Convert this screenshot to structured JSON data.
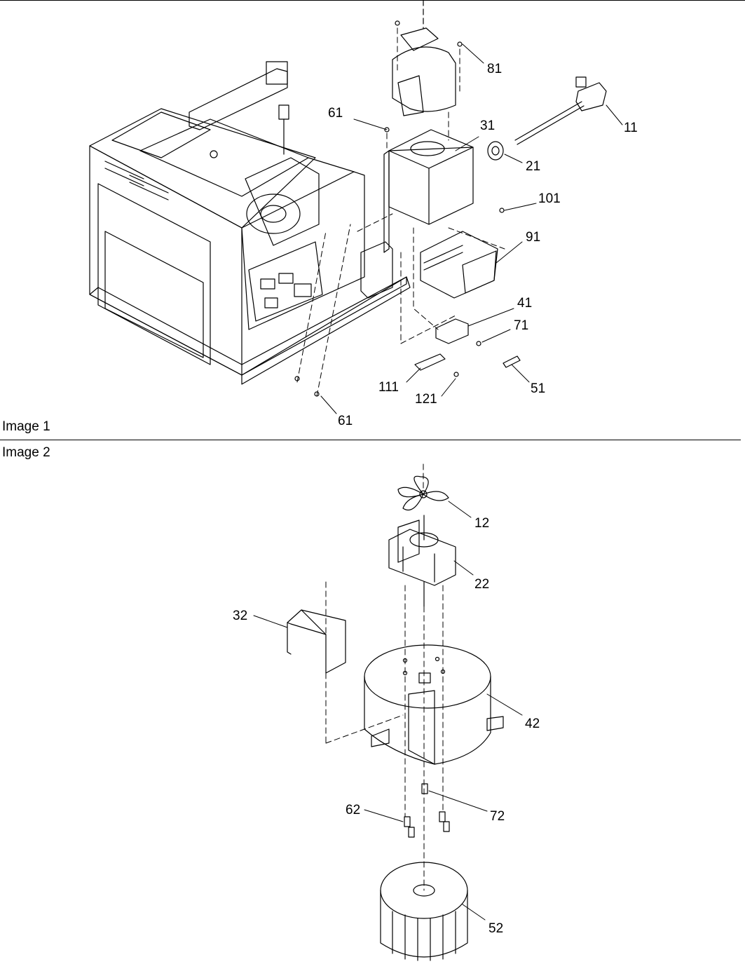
{
  "sections": [
    {
      "label": "Image 1"
    },
    {
      "label": "Image 2"
    }
  ],
  "callouts": {
    "c11": "11",
    "c21": "21",
    "c31": "31",
    "c41": "41",
    "c51": "51",
    "c61a": "61",
    "c61b": "61",
    "c71": "71",
    "c81": "81",
    "c91": "91",
    "c101": "101",
    "c111": "111",
    "c121": "121",
    "c12": "12",
    "c22": "22",
    "c32": "32",
    "c42": "42",
    "c52": "52",
    "c62": "62",
    "c72": "72"
  }
}
